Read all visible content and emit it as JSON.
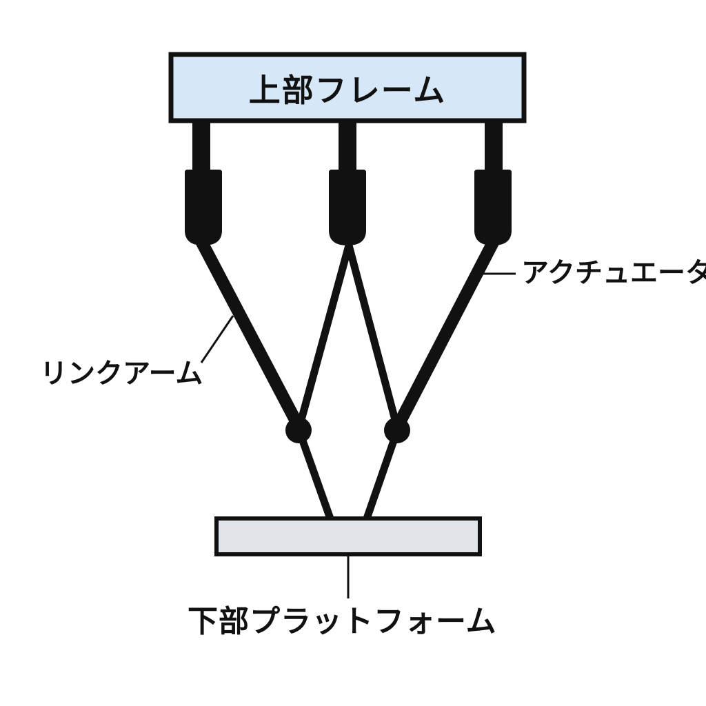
{
  "labels": {
    "top_frame": "上部フレーム",
    "link_arm": "リンクアーム",
    "actuator": "アクチュエータ",
    "bottom_platform": "下部プラットフォーム"
  },
  "colors": {
    "top_frame_fill": "#d6e8f8",
    "bottom_platform_fill": "#e1e4e8",
    "stroke": "#111111",
    "background": "#ffffff"
  }
}
